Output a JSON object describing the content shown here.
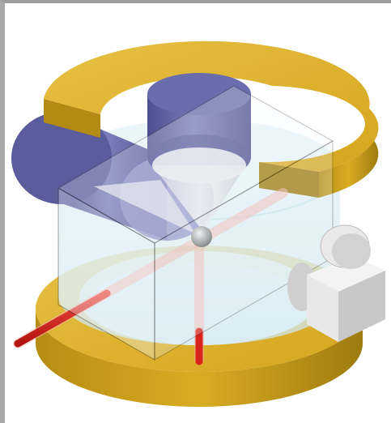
{
  "figure": {
    "kind": "illustration",
    "components": [
      "bottom-ring",
      "top-split-ring",
      "glass-sphere-vessel",
      "transparent-box-chamber",
      "purple-cylinder-top",
      "purple-cylinder-left",
      "white-cone",
      "red-beam-horizontal",
      "red-beam-vertical",
      "central-sphere",
      "detector-camera"
    ]
  },
  "colors": {
    "ring": "#d9ac22",
    "ring_shadow": "#a98516",
    "purple": "#5a5c9c",
    "purple_light": "#7f82bc",
    "glass": "#dbeff6",
    "beam": "#d9241e",
    "beam_glow": "#f5b4aa",
    "detector": "#e6e6e6"
  }
}
